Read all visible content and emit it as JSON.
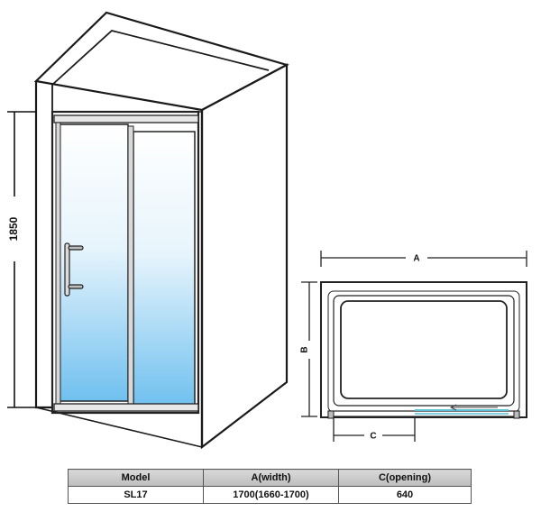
{
  "dimensions": {
    "height": "1850",
    "a": "A",
    "b": "B",
    "c": "C"
  },
  "table": {
    "headers": [
      "Model",
      "A(width)",
      "C(opening)"
    ],
    "rows": [
      [
        "SL17",
        "1700(1660-1700)",
        "640"
      ]
    ]
  },
  "colors": {
    "glass_top": "#ffffff",
    "glass_bottom": "#6fc0ef",
    "frame": "#333333",
    "table_header": "#c8c8c8"
  }
}
